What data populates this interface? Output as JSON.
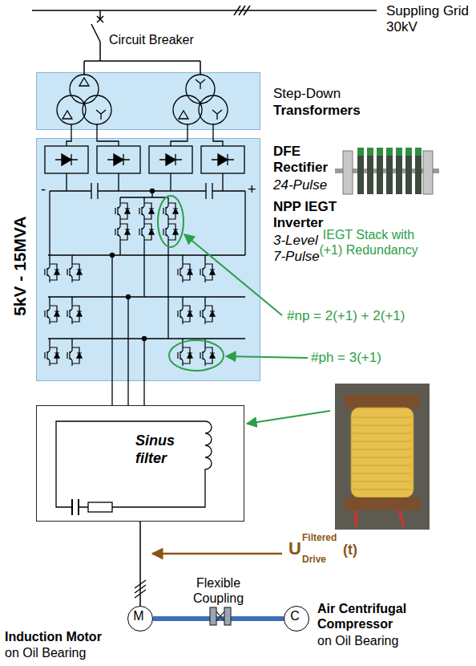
{
  "diagram": {
    "nodes": [
      {
        "text": [
          "Step-Down",
          "Transformers"
        ]
      },
      {
        "text": [
          "5kV - 15MVA",
          "DFE Rectifier",
          "24-Pulse",
          "NPP IEGT Inverter",
          "3-Level 7-Pulse"
        ]
      },
      {
        "text": [
          "Sinus filter"
        ]
      },
      {
        "text": [
          "M",
          "Induction Motor",
          "on Oil Bearing"
        ]
      },
      {
        "text": [
          "C",
          "Air Centrifugal Compressor",
          "on Oil Bearing"
        ]
      }
    ],
    "edges": [
      {
        "from": 0,
        "to": 1,
        "arrow": "none"
      },
      {
        "from": 1,
        "to": 2,
        "arrow": "none"
      },
      {
        "from": 2,
        "to": 3,
        "arrow": "none"
      },
      {
        "from": 3,
        "to": 4,
        "arrow": "none",
        "label": "Flexible Coupling"
      }
    ],
    "labels": [
      "Suppling Grid 30kV",
      "Circuit Breaker",
      "-",
      "+",
      "IEGT Stack with (+1) Redundancy",
      "#np = 2(+1) + 2(+1)",
      "#ph = 3(+1)",
      "U",
      "Filtered",
      "Drive",
      "(t)"
    ]
  }
}
